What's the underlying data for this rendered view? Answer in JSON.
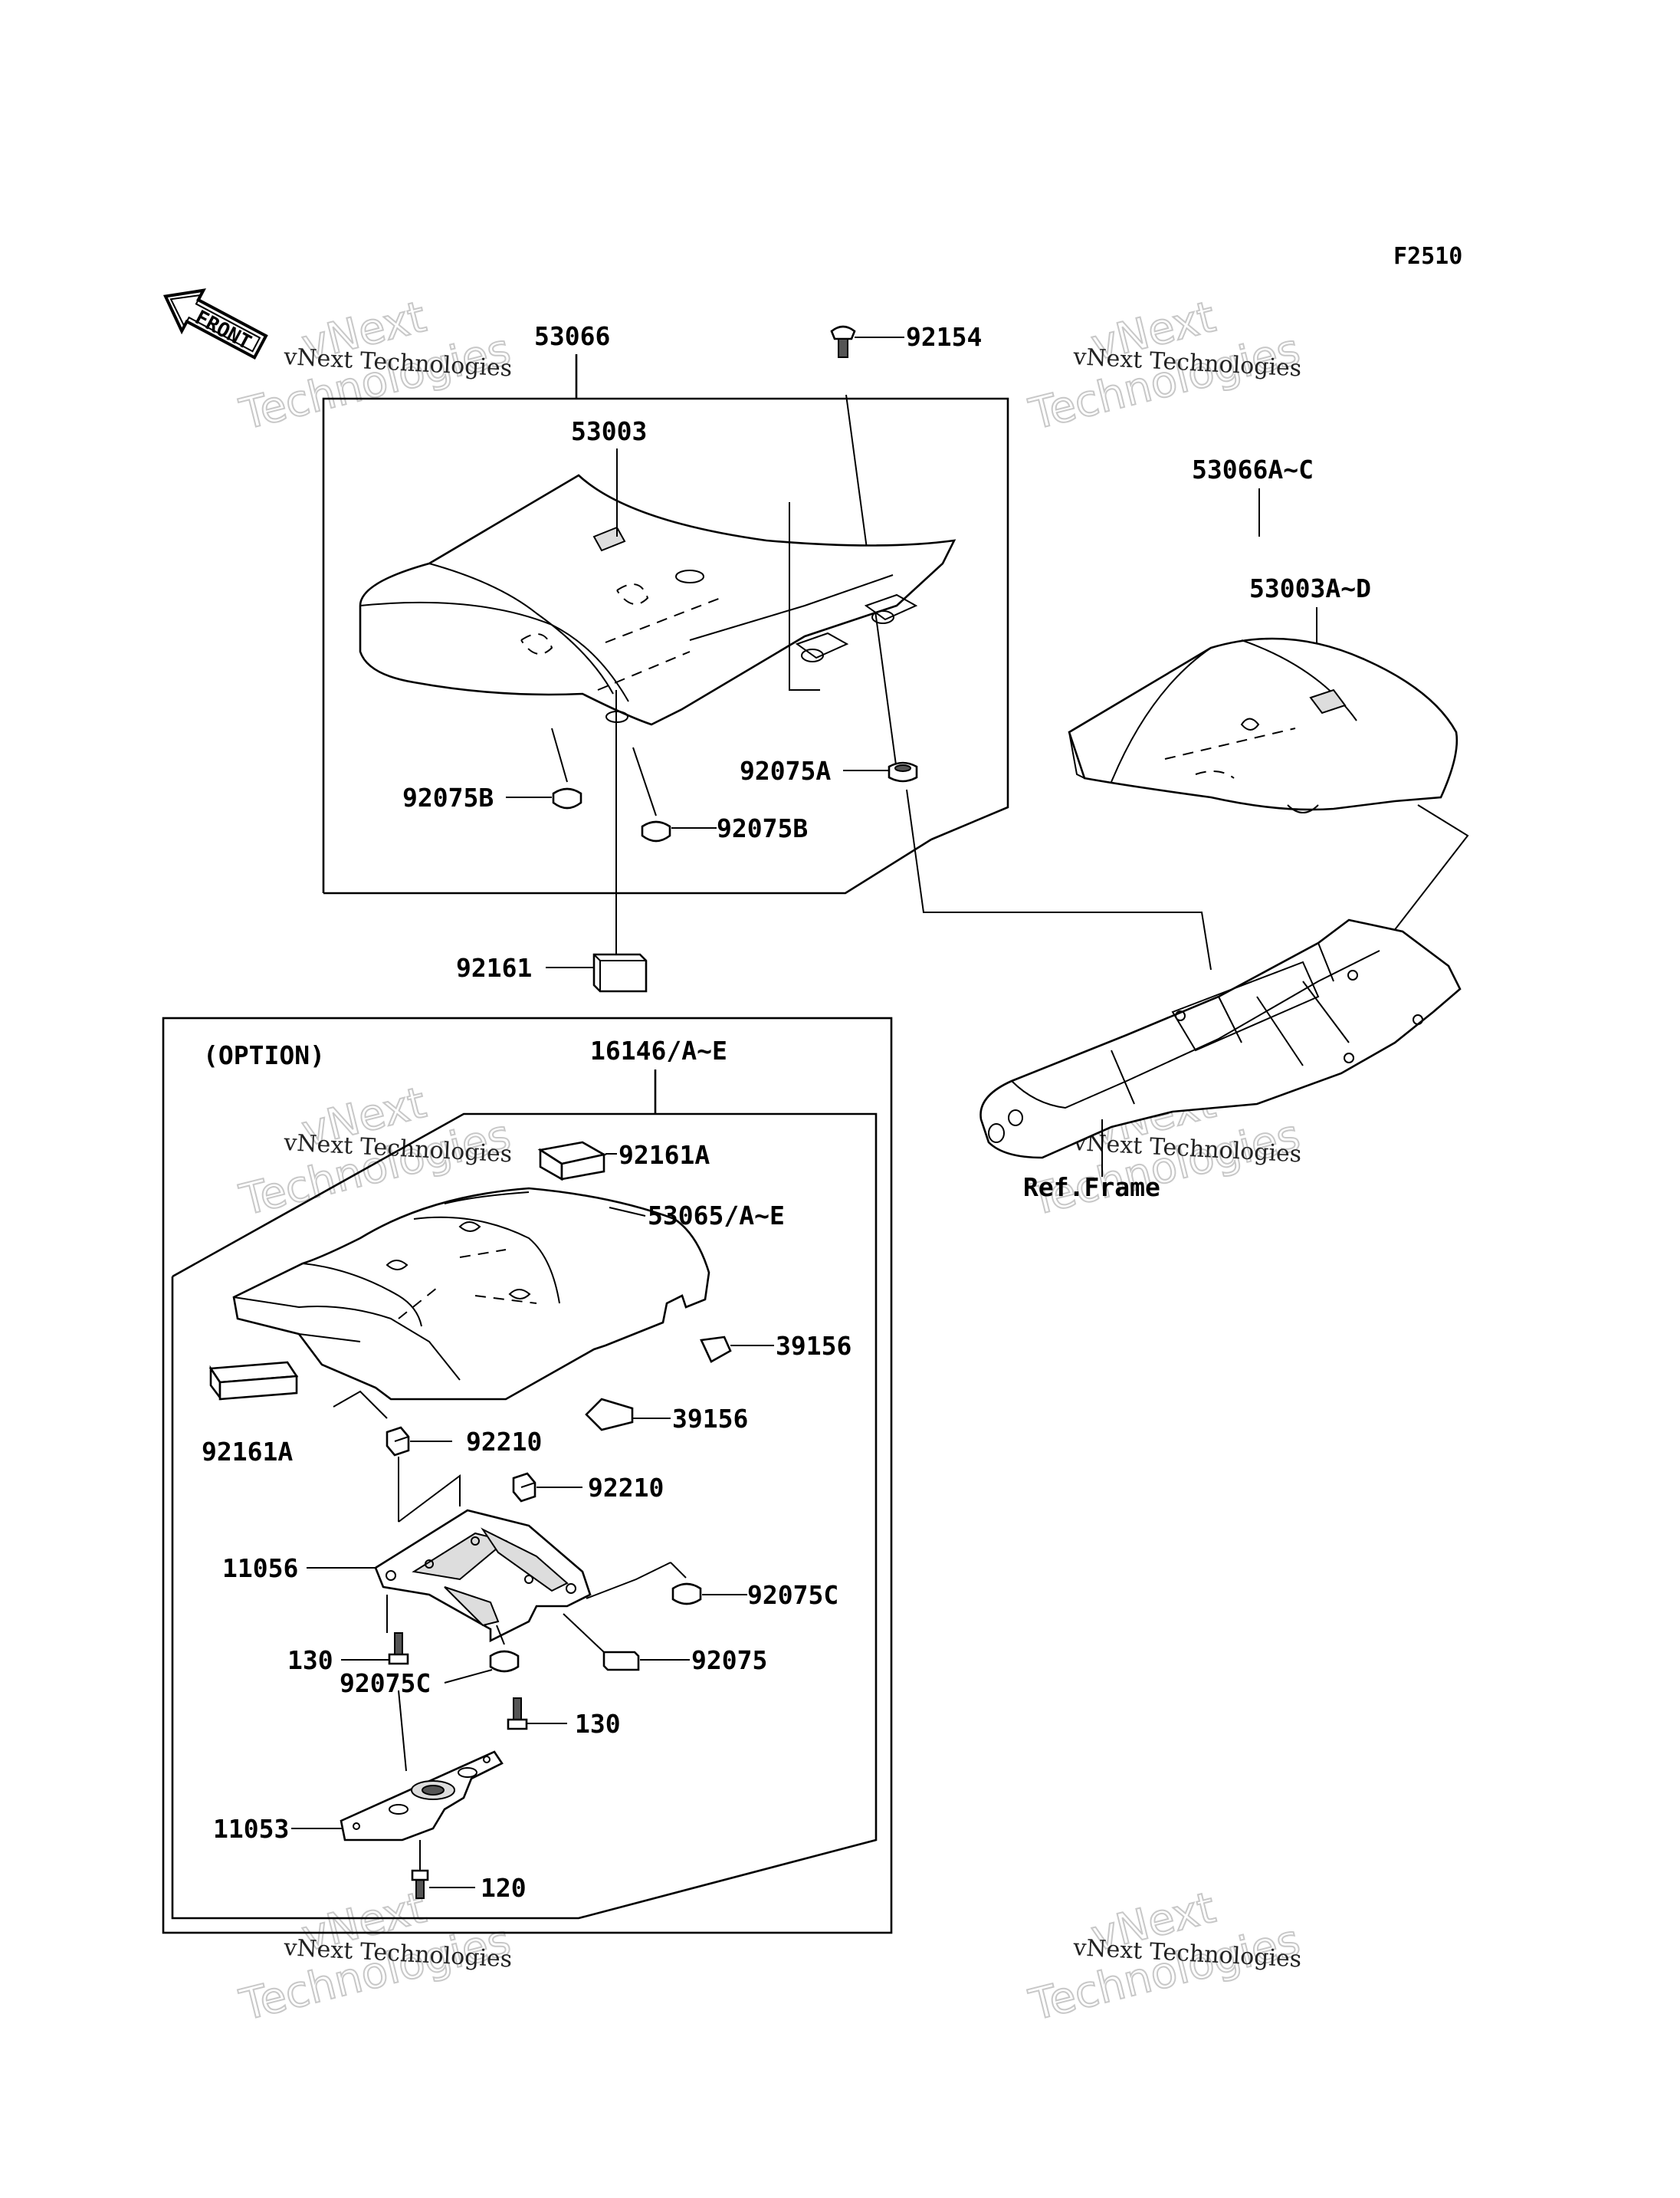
{
  "diagram_code": "F2510",
  "front_arrow": "FRONT",
  "option_label": "(OPTION)",
  "ref_frame_label": "Ref.Frame",
  "watermark": {
    "line1": "vNext Technologies",
    "line2": "vNext",
    "line3": "Technologies"
  },
  "parts": {
    "p53066": "53066",
    "p92154": "92154",
    "p53003": "53003",
    "p53066AC": "53066A~C",
    "p53003AD": "53003A~D",
    "p92075A": "92075A",
    "p92075B_left": "92075B",
    "p92075B_right": "92075B",
    "p92161": "92161",
    "p16146": "16146/A~E",
    "p92161A_top": "92161A",
    "p53065": "53065/A~E",
    "p39156_upper": "39156",
    "p39156_lower": "39156",
    "p92161A_left": "92161A",
    "p92210_left": "92210",
    "p92210_right": "92210",
    "p11056": "11056",
    "p92075C_right": "92075C",
    "p130_left": "130",
    "p92075": "92075",
    "p92075C_left": "92075C",
    "p130_right": "130",
    "p11053": "11053",
    "p120": "120"
  }
}
